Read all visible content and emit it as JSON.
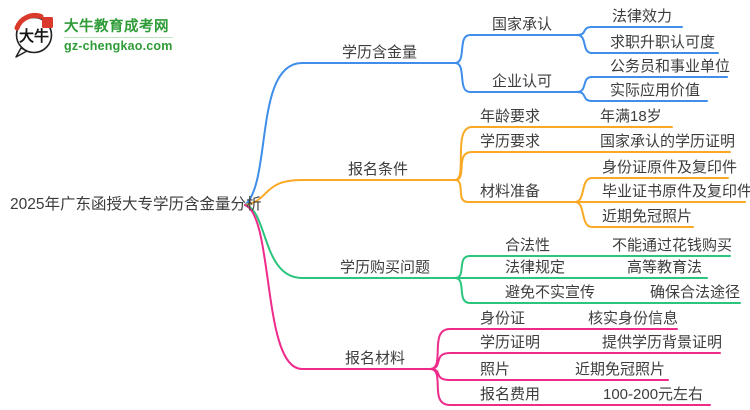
{
  "logo": {
    "name": "大牛教育成考网",
    "domain": "gz-chengkao.com",
    "icon_text": "大牛",
    "brand_green": "#2e9b37",
    "brand_red": "#d93a2b"
  },
  "root": {
    "label": "2025年广东函授大专学历含金量分析"
  },
  "branches": [
    {
      "label": "学历含金量",
      "color": "#3e8eea",
      "children": [
        {
          "label": "国家承认",
          "children": [
            {
              "label": "法律效力"
            },
            {
              "label": "求职升职认可度"
            }
          ]
        },
        {
          "label": "企业认可",
          "children": [
            {
              "label": "公务员和事业单位"
            },
            {
              "label": "实际应用价值"
            }
          ]
        }
      ]
    },
    {
      "label": "报名条件",
      "color": "#faa926",
      "children": [
        {
          "label": "年龄要求",
          "children": [
            {
              "label": "年满18岁"
            }
          ]
        },
        {
          "label": "学历要求",
          "children": [
            {
              "label": "国家承认的学历证明"
            }
          ]
        },
        {
          "label": "材料准备",
          "children": [
            {
              "label": "身份证原件及复印件"
            },
            {
              "label": "毕业证书原件及复印件"
            },
            {
              "label": "近期免冠照片"
            }
          ]
        }
      ]
    },
    {
      "label": "学历购买问题",
      "color": "#2bc57d",
      "children": [
        {
          "label": "合法性",
          "children": [
            {
              "label": "不能通过花钱购买"
            }
          ]
        },
        {
          "label": "法律规定",
          "children": [
            {
              "label": "高等教育法"
            }
          ]
        },
        {
          "label": "避免不实宣传",
          "children": [
            {
              "label": "确保合法途径"
            }
          ]
        }
      ]
    },
    {
      "label": "报名材料",
      "color": "#ee2a8b",
      "children": [
        {
          "label": "身份证",
          "children": [
            {
              "label": "核实身份信息"
            }
          ]
        },
        {
          "label": "学历证明",
          "children": [
            {
              "label": "提供学历背景证明"
            }
          ]
        },
        {
          "label": "照片",
          "children": [
            {
              "label": "近期免冠照片"
            }
          ]
        },
        {
          "label": "报名费用",
          "children": [
            {
              "label": "100-200元左右"
            }
          ]
        }
      ]
    }
  ]
}
